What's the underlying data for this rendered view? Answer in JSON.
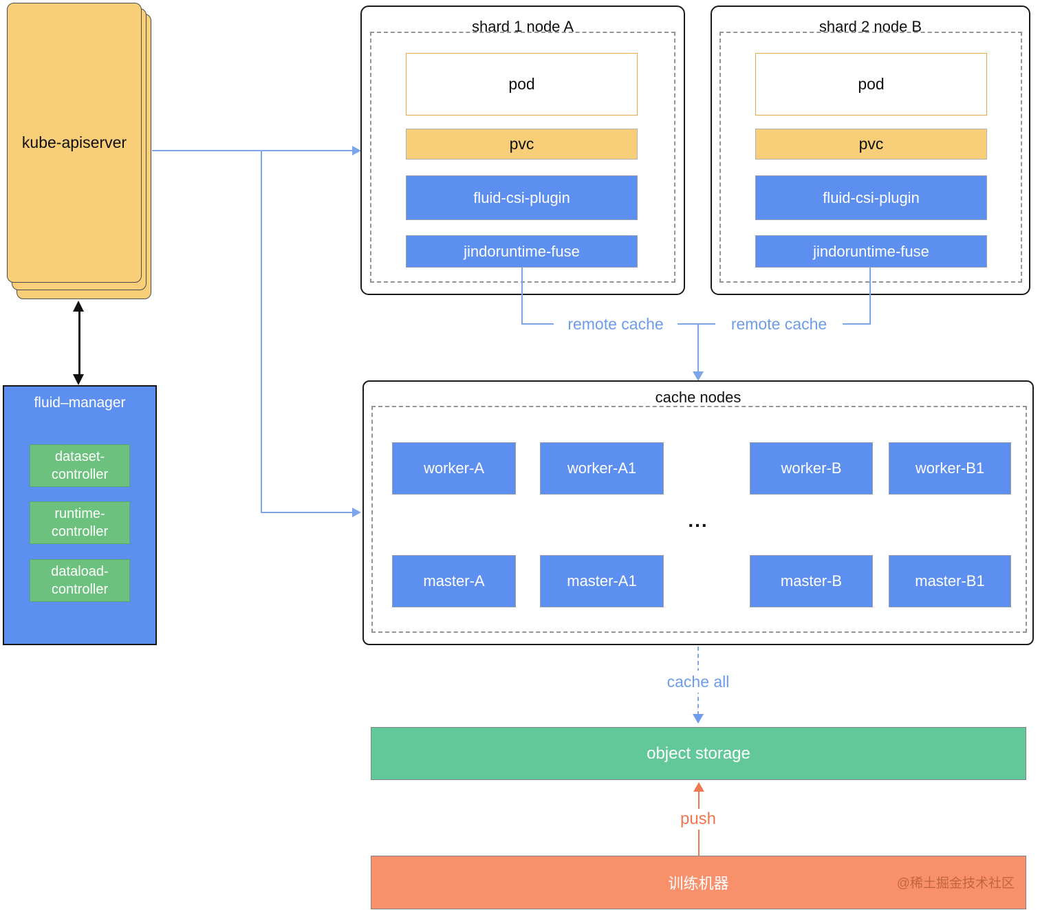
{
  "palette": {
    "yellow": "#F8CE79",
    "blue": "#5D8FF0",
    "green_controller": "#6CC17E",
    "green_storage": "#62C89A",
    "orange_bar": "#F8906C",
    "line_blue": "#7CA5EA",
    "label_blue": "#6E9CEC",
    "push_orange": "#F07B52",
    "pod_border": "#EBA94B"
  },
  "kube": {
    "label": "kube-apiserver"
  },
  "fluid_manager": {
    "title": "fluid–manager",
    "controllers": [
      {
        "line1": "dataset-",
        "line2": "controller"
      },
      {
        "line1": "runtime-",
        "line2": "controller"
      },
      {
        "line1": "dataload-",
        "line2": "controller"
      }
    ]
  },
  "shards": [
    {
      "title": "shard 1 node A",
      "pod": "pod",
      "pvc": "pvc",
      "csi": "fluid-csi-plugin",
      "fuse": "jindoruntime-fuse"
    },
    {
      "title": "shard 2 node B",
      "pod": "pod",
      "pvc": "pvc",
      "csi": "fluid-csi-plugin",
      "fuse": "jindoruntime-fuse"
    }
  ],
  "connectors": {
    "remote_cache_left": "remote cache",
    "remote_cache_right": "remote cache",
    "cache_all": "cache all",
    "push": "push"
  },
  "cache": {
    "title": "cache nodes",
    "ellipsis": "...",
    "workers": [
      "worker-A",
      "worker-A1",
      "worker-B",
      "worker-B1"
    ],
    "masters": [
      "master-A",
      "master-A1",
      "master-B",
      "master-B1"
    ]
  },
  "storage": {
    "label": "object storage"
  },
  "training": {
    "label": "训练机器"
  },
  "watermark": {
    "text": "@稀土掘金技术社区"
  }
}
